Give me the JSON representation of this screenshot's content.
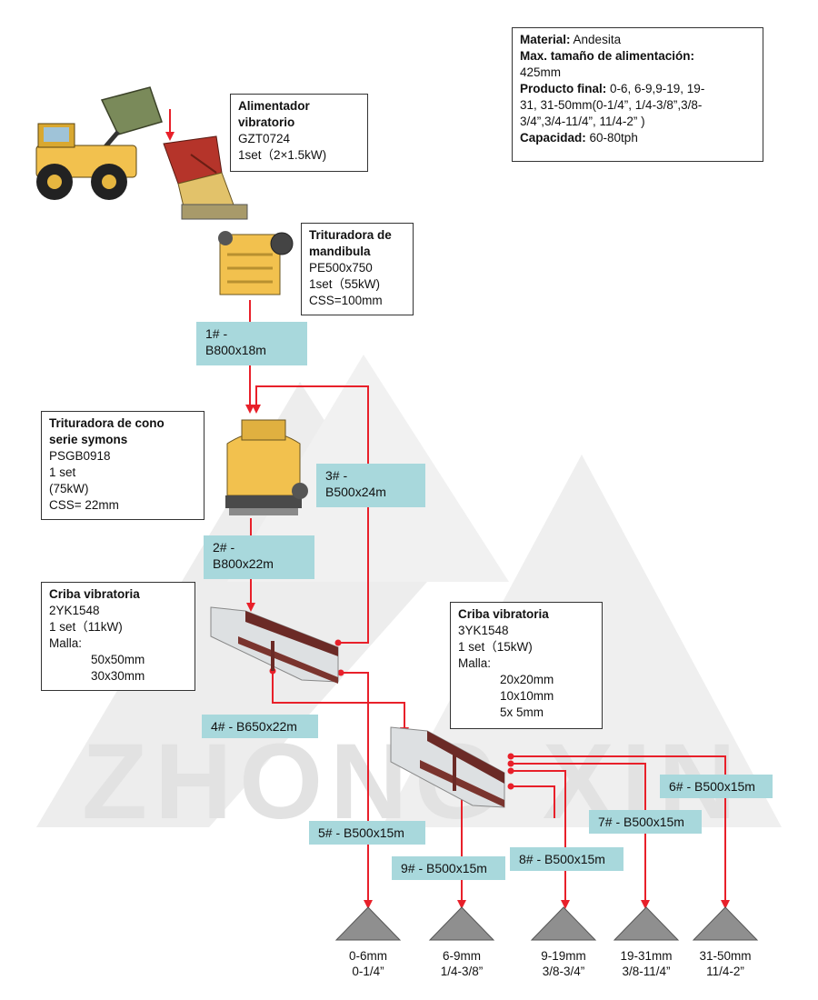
{
  "watermark": "ZHONG XIN",
  "spec": {
    "material_label": "Material:",
    "material_value": " Andesita",
    "feed_label": "Max. tamaño de alimentación:",
    "feed_value": "425mm",
    "product_label": "Producto final:",
    "product_value_1": " 0-6, 6-9,9-19, 19-",
    "product_value_2": "31, 31-50mm(0-1/4”, 1/4-3/8”,3/8-",
    "product_value_3": "3/4”,3/4-11/4”, 11/4-2” )",
    "capacity_label": "Capacidad:",
    "capacity_value": "  60-80tph"
  },
  "equipment": {
    "feeder": {
      "title_1": "Alimentador",
      "title_2": "vibratorio",
      "model": "GZT0724",
      "qty": "1set（2×1.5kW)"
    },
    "jaw": {
      "title_1": "Trituradora de",
      "title_2": "mandibula",
      "model": "PE500x750",
      "qty": "1set（55kW)",
      "css": "CSS=100mm"
    },
    "cone": {
      "title_1": "Trituradora de cono",
      "title_2": "serie symons",
      "model": "PSGB0918",
      "qty": "1 set",
      "power": "(75kW)",
      "css": "CSS= 22mm"
    },
    "screen1": {
      "title": "Criba vibratoria",
      "model": "2YK1548",
      "qty": "1 set（11kW)",
      "mesh_label": "Malla:",
      "mesh_1": "50x50mm",
      "mesh_2": "30x30mm"
    },
    "screen2": {
      "title": "Criba vibratoria",
      "model": "3YK1548",
      "qty": "1 set（15kW)",
      "mesh_label": "Malla:",
      "mesh_1": "20x20mm",
      "mesh_2": "10x10mm",
      "mesh_3": "5x 5mm"
    }
  },
  "belts": {
    "b1_1": "1# -",
    "b1_2": "B800x18m",
    "b2_1": "2# -",
    "b2_2": "B800x22m",
    "b3_1": "3# -",
    "b3_2": "B500x24m",
    "b4": "4# - B650x22m",
    "b5": "5# - B500x15m",
    "b6": "6# - B500x15m",
    "b7": "7# - B500x15m",
    "b8": "8# - B500x15m",
    "b9": "9# - B500x15m"
  },
  "outputs": [
    {
      "mm": "0-6mm",
      "inch": "0-1/4”"
    },
    {
      "mm": "6-9mm",
      "inch": "1/4-3/8”"
    },
    {
      "mm": "9-19mm",
      "inch": "3/8-3/4”"
    },
    {
      "mm": "19-31mm",
      "inch": "3/8-11/4”"
    },
    {
      "mm": "31-50mm",
      "inch": "11/4-2”"
    }
  ],
  "colors": {
    "flow": "#e8202a",
    "label_bg": "#a8d8dc",
    "steel": "#6b2a26",
    "machine_yellow": "#f2c14e",
    "watermark": "#e4e4e4"
  }
}
